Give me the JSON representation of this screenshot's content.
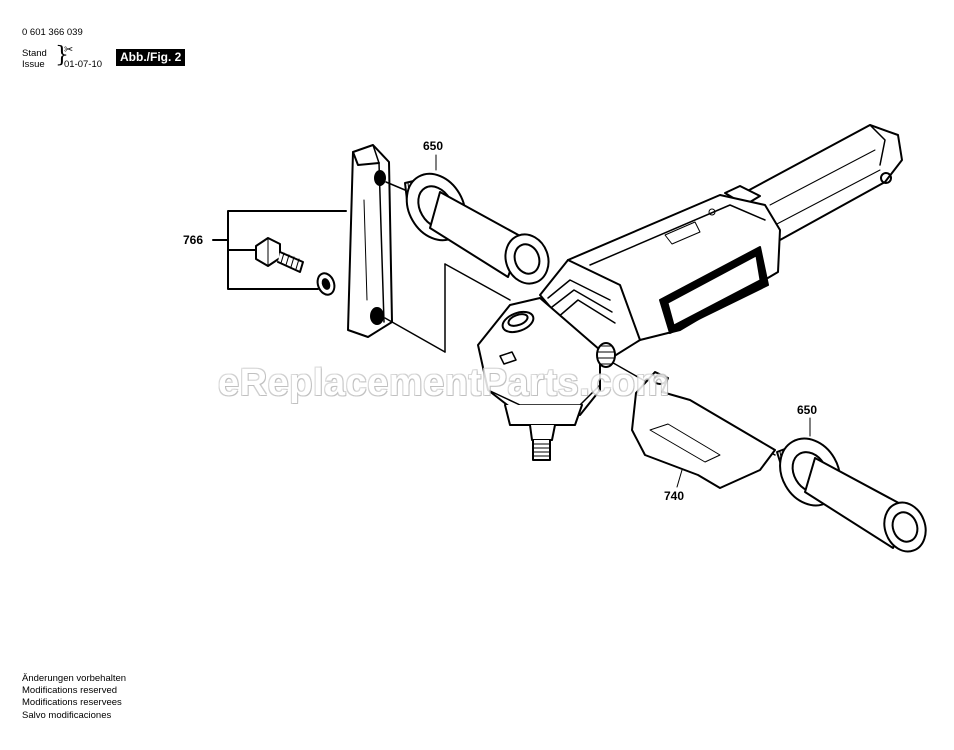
{
  "header": {
    "part_number": "0 601 366 039",
    "stand_label": "Stand",
    "issue_label": "Issue",
    "issue_date": "01-07-10",
    "figure_label": "Abb./Fig. 2"
  },
  "callouts": {
    "c766": "766",
    "c650_top": "650",
    "c650_right": "650",
    "c740": "740"
  },
  "notes": [
    "Änderungen vorbehalten",
    "Modifications reserved",
    "Modifications reservees",
    "Salvo modificaciones"
  ],
  "watermark": "eReplacementParts.com",
  "icons": {
    "scissors": "scissors-icon",
    "brace": "brace-icon"
  }
}
